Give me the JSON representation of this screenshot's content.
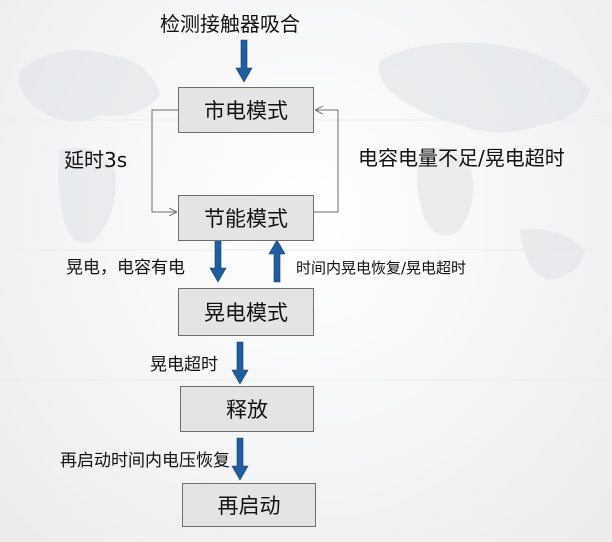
{
  "diagram": {
    "start_label": "检测接触器吸合",
    "nodes": {
      "mains_mode": "市电模式",
      "energy_saving_mode": "节能模式",
      "flicker_mode": "晃电模式",
      "release": "释放",
      "restart": "再启动"
    },
    "edges": {
      "delay": "延时3s",
      "capacitor_low": "电容电量不足/晃电超时",
      "flicker_with_capacitor": "晃电，电容有电",
      "recover_in_time": "时间内晃电恢复/晃电超时",
      "flicker_timeout": "晃电超时",
      "voltage_recovered": "再启动时间内电压恢复"
    }
  },
  "colors": {
    "arrow_blue": "#1f5f9f",
    "box_fill": "#e4e4e4",
    "box_border": "#6d6d6d",
    "line": "#6d6d6d"
  }
}
